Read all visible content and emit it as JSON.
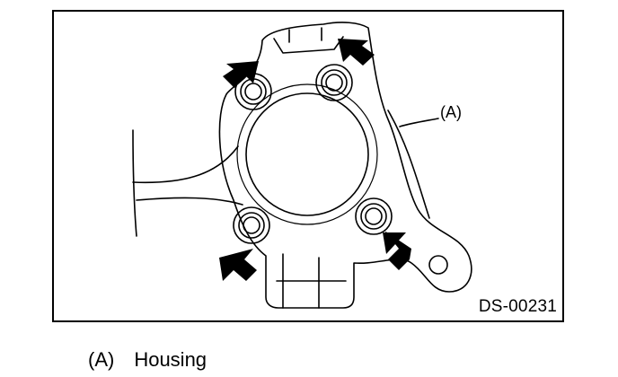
{
  "figure": {
    "code": "DS-00231",
    "callout_label": "(A)"
  },
  "legend": [
    {
      "key": "(A)",
      "description": "Housing"
    }
  ]
}
